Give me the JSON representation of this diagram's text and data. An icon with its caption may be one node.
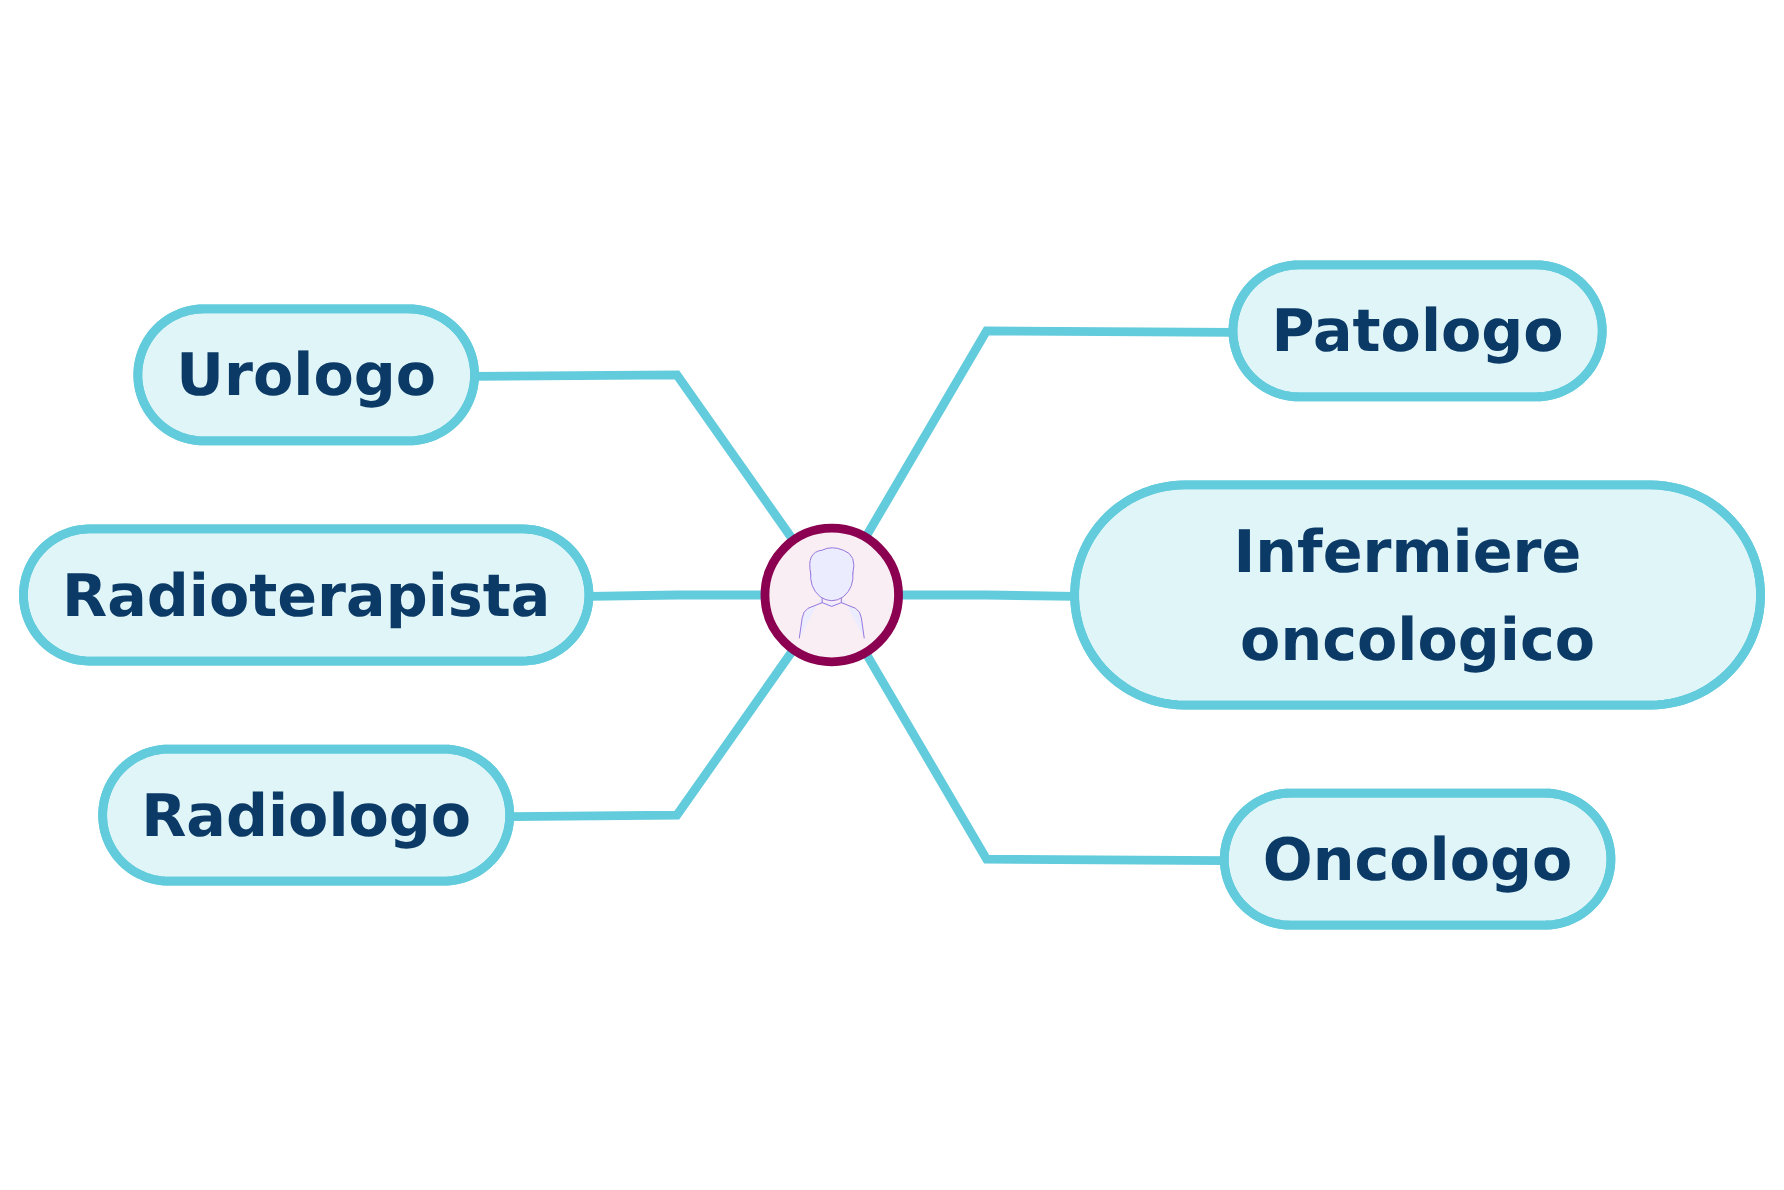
{
  "diagram": {
    "nodes": [
      {
        "text": [
          "Urologo"
        ]
      },
      {
        "text": [
          "Radioterapista"
        ]
      },
      {
        "text": [
          "Patologo"
        ]
      },
      {
        "text": [],
        "shape": "circle"
      },
      {
        "text": [
          "Radiologo"
        ]
      },
      {
        "text": [
          "Infermiere oncologico"
        ]
      },
      {
        "text": [
          "Oncologo"
        ]
      }
    ],
    "edges": [
      {
        "from": 3,
        "to": 0,
        "arrow": "none"
      },
      {
        "from": 3,
        "to": 1,
        "arrow": "none"
      },
      {
        "from": 3,
        "to": 2,
        "arrow": "none"
      },
      {
        "from": 3,
        "to": 4,
        "arrow": "none"
      },
      {
        "from": 3,
        "to": 5,
        "arrow": "none"
      },
      {
        "from": 3,
        "to": 6,
        "arrow": "none"
      }
    ]
  }
}
